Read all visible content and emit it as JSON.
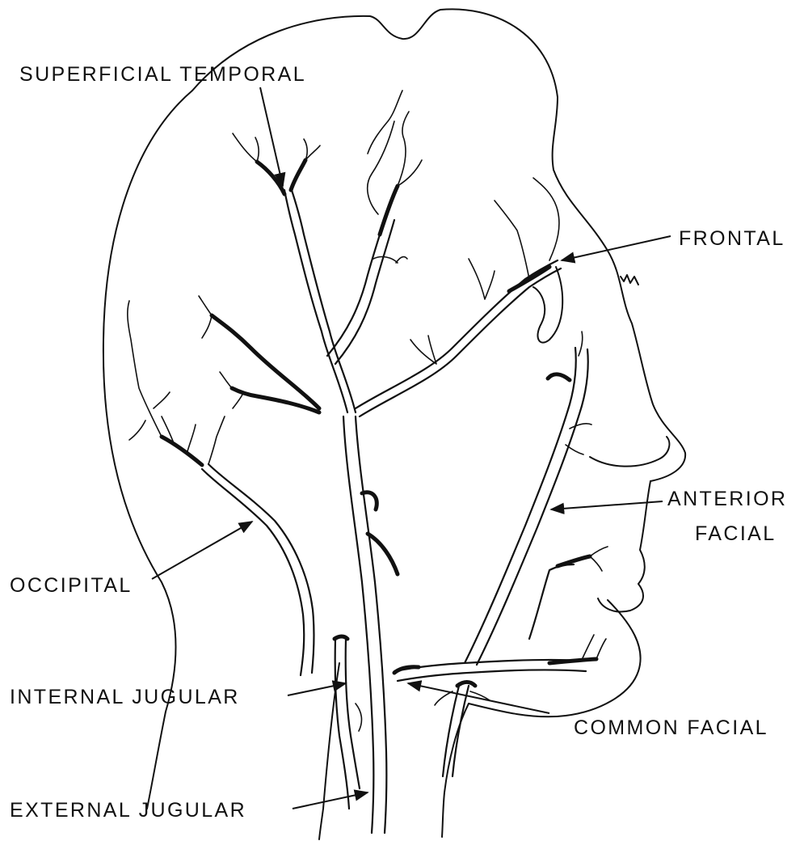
{
  "labels": {
    "superficial_temporal": "SUPERFICIAL TEMPORAL",
    "frontal": "FRONTAL",
    "anterior": "ANTERIOR",
    "facial": "FACIAL",
    "occipital": "OCCIPITAL",
    "internal_jugular": "INTERNAL JUGULAR",
    "common_facial": "COMMON FACIAL",
    "external_jugular": "EXTERNAL JUGULAR"
  },
  "colors": {
    "ink": "#111111",
    "background": "#ffffff"
  }
}
